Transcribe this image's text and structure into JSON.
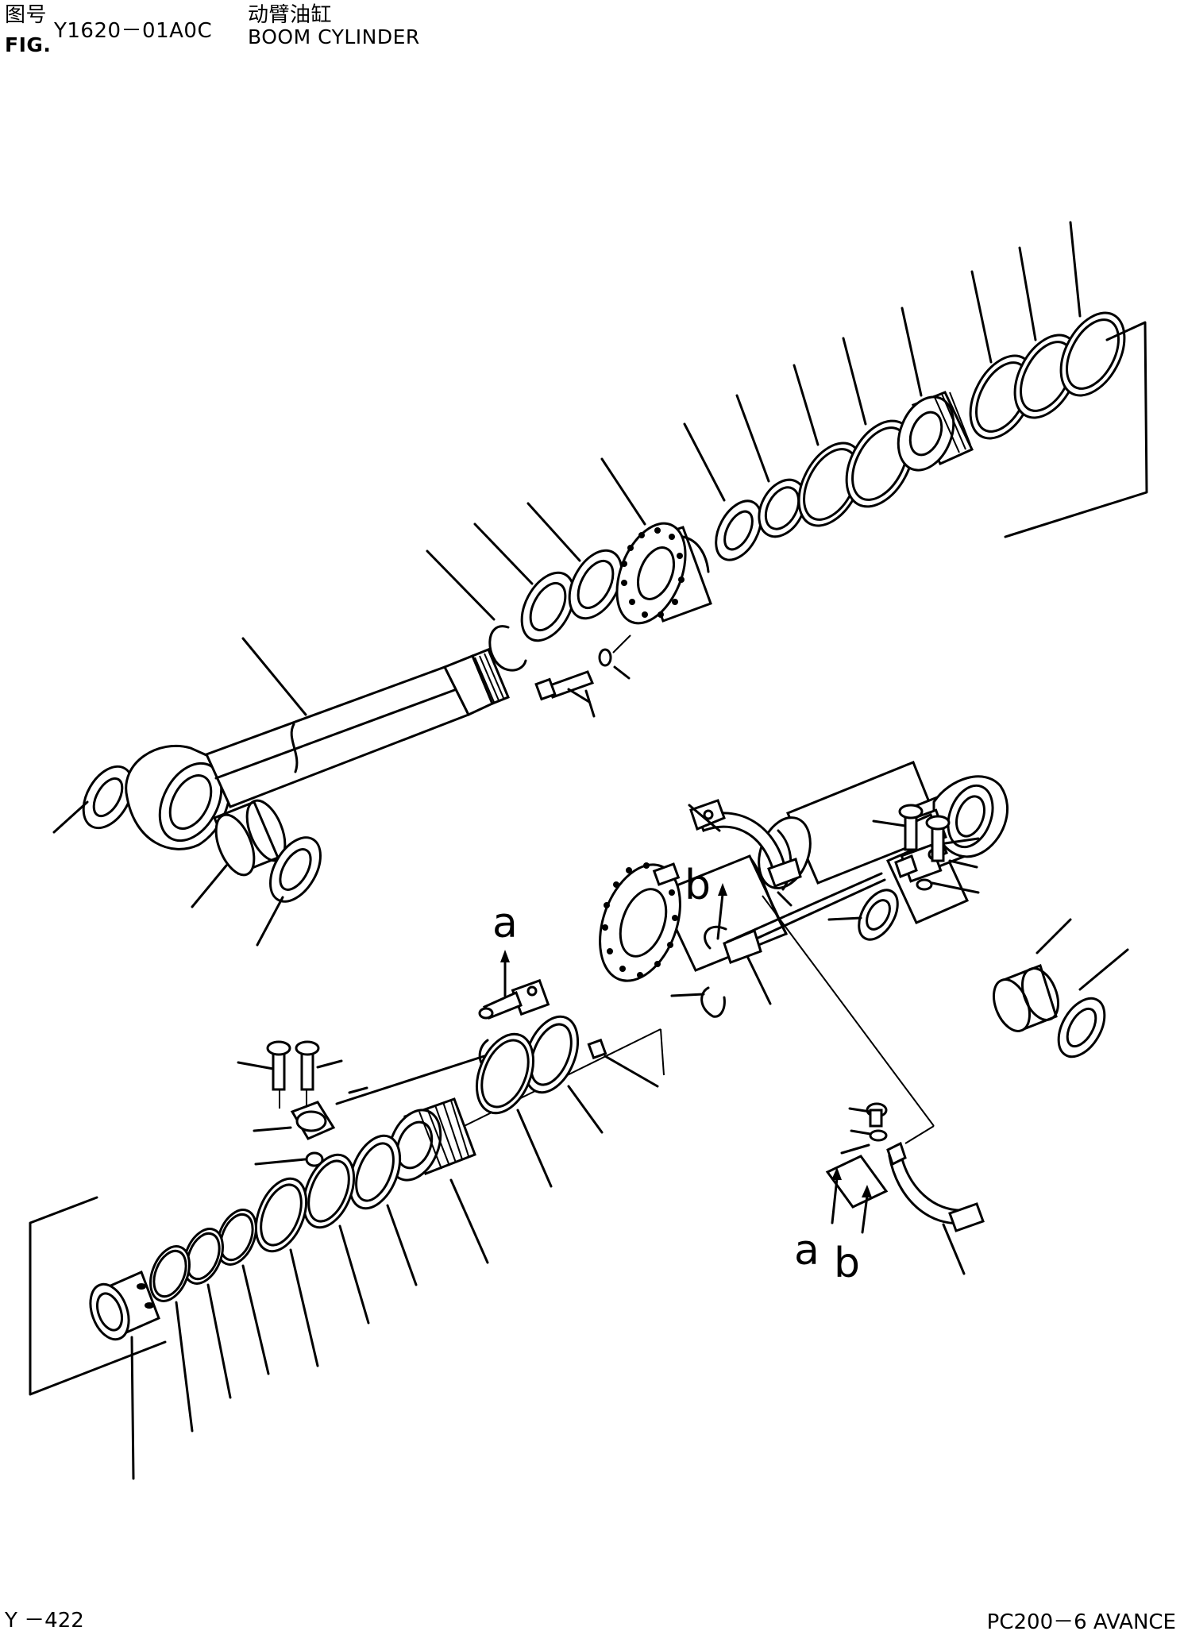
{
  "header": {
    "fig_label_cn": "图号",
    "fig_label_en": "FIG.",
    "fig_number": "Y1620－01A0C",
    "title_cn": "动臂油缸",
    "title_en": "BOOM CYLINDER"
  },
  "footer": {
    "page": "Y －422",
    "model": "PC200－6 AVANCE"
  },
  "callouts": {
    "a_top": "a",
    "b_top": "b",
    "a_bottom": "a",
    "b_bottom": "b"
  }
}
